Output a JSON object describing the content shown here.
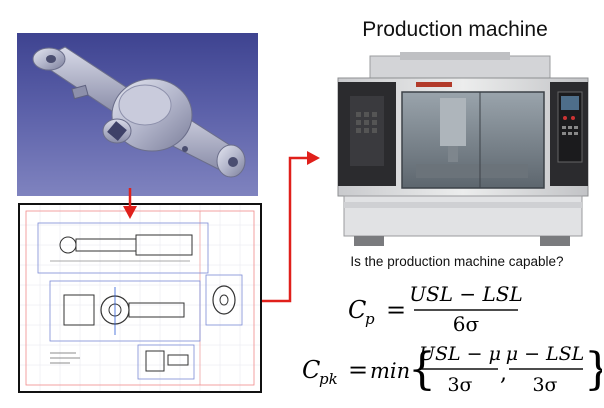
{
  "title": "Production machine",
  "question": "Is the production machine capable?",
  "formulas": {
    "cp": {
      "symbol": "C",
      "subscript": "p",
      "numerator": "USL − LSL",
      "denominator": "6σ"
    },
    "cpk": {
      "symbol": "C",
      "subscript": "pk",
      "func": "min",
      "frac1_num": "USL − μ",
      "frac1_den": "3σ",
      "frac2_num": "μ − LSL",
      "frac2_den": "3σ"
    }
  },
  "colors": {
    "arrow": "#e0201b",
    "cad_background": "#4a4f9c",
    "part": "#b9bccf",
    "machine_body": "#d9d9dc",
    "machine_dark": "#2b2b2e"
  },
  "icons": {
    "cad_model": "3d-part-model",
    "technical_drawing": "engineering-drawing",
    "machine": "cnc-machining-center"
  }
}
